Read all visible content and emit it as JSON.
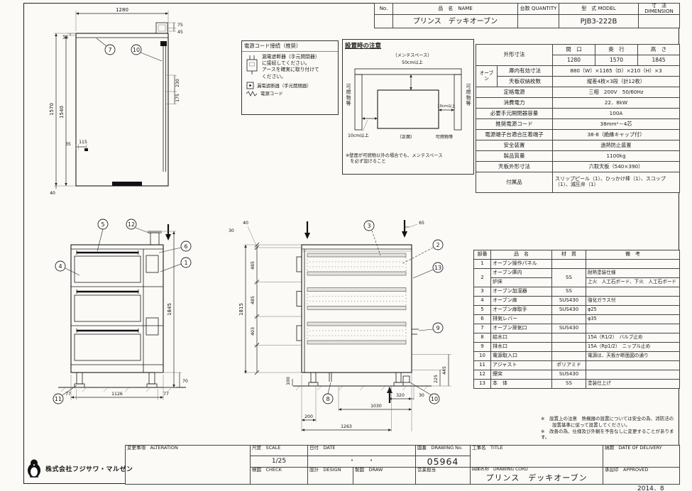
{
  "sheet": {
    "date_stamp": "2014．8",
    "company": "株式会社フジサワ・マルゼン"
  },
  "header": {
    "no_label": "No.",
    "name_label": "品　名　NAME",
    "name_value": "プリンス　デッキオーブン",
    "qty_label": "台数 QUANTITY",
    "model_label": "型　式 MODEL",
    "model_value": "PJB3-222B",
    "dim_label": "寸　法 DIMENSION"
  },
  "spec": {
    "outer_label": "外形寸法",
    "cols": {
      "w_label": "間　口",
      "d_label": "奥　行",
      "h_label": "高　さ",
      "w": "1280",
      "d": "1570",
      "h": "1845"
    },
    "oven_label": "オーブン",
    "inner_label": "庫内有効寸法",
    "inner_value": "880（W）×1165（D）×210（H）×3",
    "tray_label": "天板収納枚数",
    "tray_value": "縦差4枚×3段（計12枚）",
    "rows": [
      {
        "label": "定格電源",
        "value": "三相　200V　50/60Hz"
      },
      {
        "label": "消費電力",
        "value": "22．8kW"
      },
      {
        "label": "必要手元開閉器容量",
        "value": "100A"
      },
      {
        "label": "推奨電源コード",
        "value": "38mm²－4芯"
      },
      {
        "label": "電源端子台適合圧着端子",
        "value": "38-8（絶縁キャップ付）"
      },
      {
        "label": "安全装置",
        "value": "過熱防止装置"
      },
      {
        "label": "製品質量",
        "value": "1100kg"
      },
      {
        "label": "天板外形寸法",
        "value": "六取天板（540×390）"
      },
      {
        "label": "付属品",
        "value": "スリップピール（1）、ひっかけ棒（1）、スコップ（1）、減圧弁（1）"
      }
    ]
  },
  "parts": {
    "h_no": "部番",
    "h_name": "品　名",
    "h_mat": "材　質",
    "h_note": "備　考",
    "rows": [
      {
        "no": "1",
        "name": "オーブン操作パネル",
        "mat": "",
        "note": ""
      },
      {
        "no": "2",
        "name": "オーブン庫内",
        "mat": "SS",
        "note": "耐熱塗装仕様"
      },
      {
        "no": "",
        "name": "炉床",
        "mat": "",
        "note": "上火　人工石ボード、下火　人工石ボード"
      },
      {
        "no": "3",
        "name": "オーブン加湿器",
        "mat": "SS",
        "note": ""
      },
      {
        "no": "4",
        "name": "オーブン扉",
        "mat": "SUS430",
        "note": "強化ガラス付"
      },
      {
        "no": "5",
        "name": "オーブン扉取手",
        "mat": "SUS430",
        "note": "φ25"
      },
      {
        "no": "6",
        "name": "排気レバー",
        "mat": "",
        "note": "φ35"
      },
      {
        "no": "7",
        "name": "オーブン排気口",
        "mat": "SUS430",
        "note": ""
      },
      {
        "no": "8",
        "name": "給水口",
        "mat": "",
        "note": "15A（R1/2）　バルブ止め"
      },
      {
        "no": "9",
        "name": "排水口",
        "mat": "",
        "note": "15A（Rp1/2）　ニップル止め"
      },
      {
        "no": "10",
        "name": "電源取入口",
        "mat": "",
        "note": "電源は、天板か断面図の通り"
      },
      {
        "no": "11",
        "name": "アジャスト",
        "mat": "ポリアミド",
        "note": ""
      },
      {
        "no": "12",
        "name": "煙突",
        "mat": "SUS430",
        "note": ""
      },
      {
        "no": "13",
        "name": "本　体",
        "mat": "SS",
        "note": "塗装仕上げ"
      }
    ]
  },
  "notes": {
    "line1": "※　設置上の注意　熱機器の設置については安全の為、消防法の",
    "line2": "設置基準に従って設置してください。",
    "line3": "※　改善の為、仕様及び外観を予告なしに変更することがあります。"
  },
  "install": {
    "title": "設置時の注意",
    "maint": "（メンテスペース）",
    "clear_back": "50cm以上",
    "clear_side": "10cm以上",
    "clear_front": "10cm以上",
    "front_label": "（正面）",
    "flam_left": "可燃物等",
    "flam_right": "可燃物等",
    "flam_bottom": "可燃物等",
    "note1": "※壁面が可燃物以外の場合でも、メンテスペース",
    "note2": "　を必ず設けること"
  },
  "power": {
    "title": "電源コード接続（推奨）",
    "line1": "漏電遮断器（手元開閉器）",
    "line2": "に接続してください。",
    "line3": "アースを確実に取り付けて",
    "line4": "ください。",
    "legend1": "漏電遮断器（手元開閉器）",
    "legend2": "電源コード"
  },
  "plan_view": {
    "dims": {
      "w": "1280",
      "d_outer": "1570",
      "d_inner": "1540",
      "t30": "30",
      "t75": "75",
      "t45": "45",
      "r230": "230",
      "r175": "175",
      "b35": "35",
      "b115": "115",
      "b40": "40"
    },
    "callouts": {
      "a": "7",
      "b": "10"
    }
  },
  "front_view": {
    "dims": {
      "h": "1845",
      "leg": "70",
      "b_l": "77",
      "b_c": "1126",
      "b_r": "77"
    },
    "callouts": {
      "a": "5",
      "b": "12",
      "c": "4",
      "d": "6",
      "e": "1",
      "f": "11"
    }
  },
  "section_view": {
    "dims": {
      "t30": "30",
      "t40": "40",
      "t65": "65",
      "h": "1815",
      "s1": "485",
      "s2": "485",
      "s3": "403",
      "leg": "100",
      "r445": "445",
      "r225": "225",
      "b320": "320",
      "b30": "30",
      "b1030": "1030",
      "b200": "200",
      "b1263": "1263"
    },
    "callouts": {
      "a": "3",
      "b": "2",
      "c": "13",
      "d": "9",
      "e": "8",
      "f": "10"
    }
  },
  "titleblock": {
    "alteration": "変更事項　ALTERATION",
    "scale_label": "尺度　SCALE",
    "scale_value": "1/25",
    "date_label": "日付　DATE",
    "date_value": "・　　・",
    "drawno_label": "図番　DRAWING No.",
    "drawno_value": "05964",
    "title_label": "工事名　TITLE",
    "delivery_label": "納期　DATE OF DELIVERY",
    "check_label": "検図　CHECK",
    "design_label": "設計　DESIGN",
    "draw_label": "製図　DRAW",
    "sales_label": "営業担当",
    "dwgname_label": "図面名称　DRAWING CORD",
    "dwgname_value": "プリンス　デッキオーブン",
    "approved_label": "承認印　APPROVED"
  }
}
